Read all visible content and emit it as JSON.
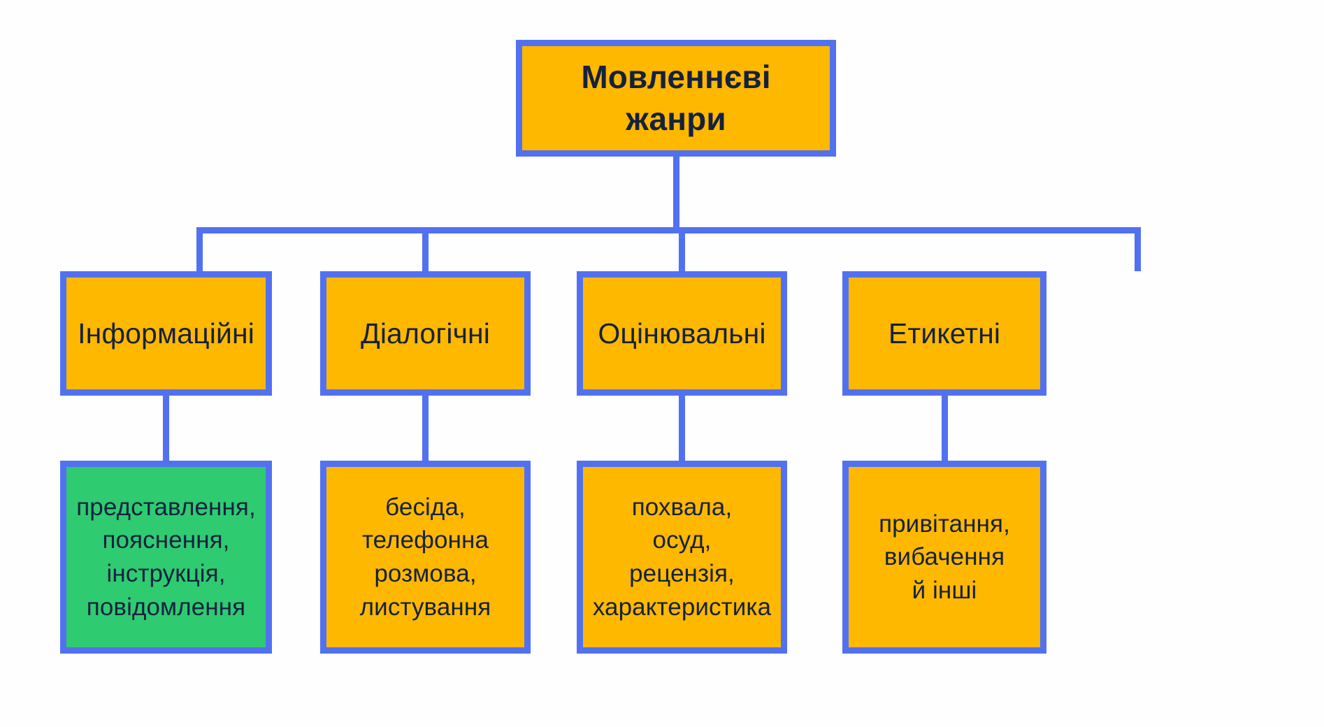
{
  "diagram": {
    "title": "Мовленнєві жанри",
    "colors": {
      "border": "#5271f0",
      "fill_primary": "#ffb800",
      "fill_highlight": "#2ecb71",
      "text": "#16213e",
      "background": "#ffffff"
    },
    "root": {
      "label": "Мовленнєві\nжанри"
    },
    "categories": [
      {
        "label": "Інформаційні",
        "examples": "представлення,\nпояснення,\nінструкція,\nповідомлення",
        "highlighted": true
      },
      {
        "label": "Діалогічні",
        "examples": "бесіда,\nтелефонна\nрозмова,\nлистування",
        "highlighted": false
      },
      {
        "label": "Оцінювальні",
        "examples": "похвала,\nосуд,\nрецензія,\nхарактеристика",
        "highlighted": false
      },
      {
        "label": "Етикетні",
        "examples": "привітання,\nвибачення\nй інші",
        "highlighted": false
      }
    ]
  }
}
